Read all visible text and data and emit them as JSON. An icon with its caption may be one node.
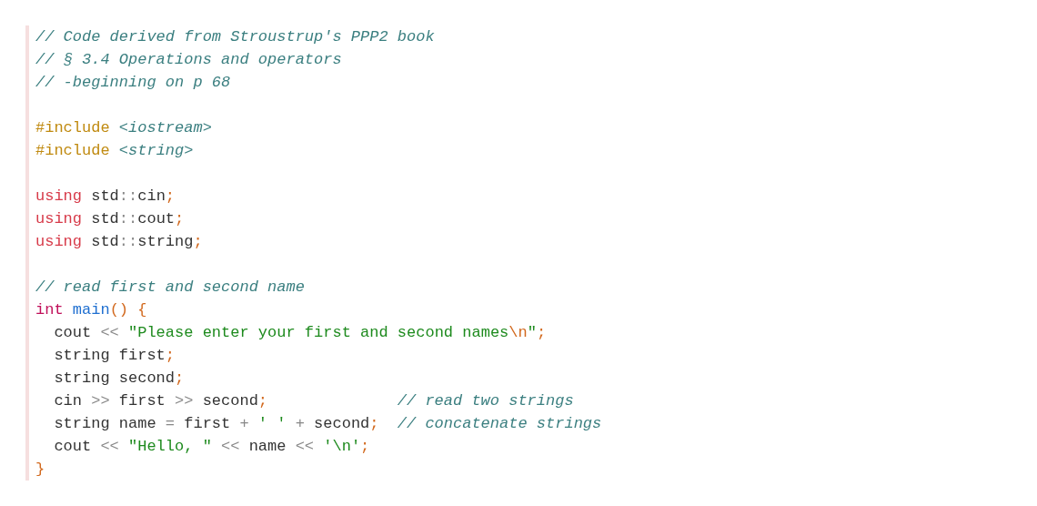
{
  "diagram": {
    "labels": [
      "// Code derived from Stroustrup's PPP2 book",
      "// § 3.4 Operations and operators",
      "// -beginning on p 68",
      "#include <iostream>",
      "#include <string>",
      "using std::cin;",
      "using std::cout;",
      "using std::string;",
      "// read first and second name",
      "int main() {",
      "cout << \"Please enter your first and second names\\n\";",
      "string first;",
      "string second;",
      "cin >> first >> second;",
      "// read two strings",
      "string name = first + ' ' + second;",
      "// concatenate strings",
      "cout << \"Hello, \" << name << '\\n';",
      "}"
    ]
  }
}
